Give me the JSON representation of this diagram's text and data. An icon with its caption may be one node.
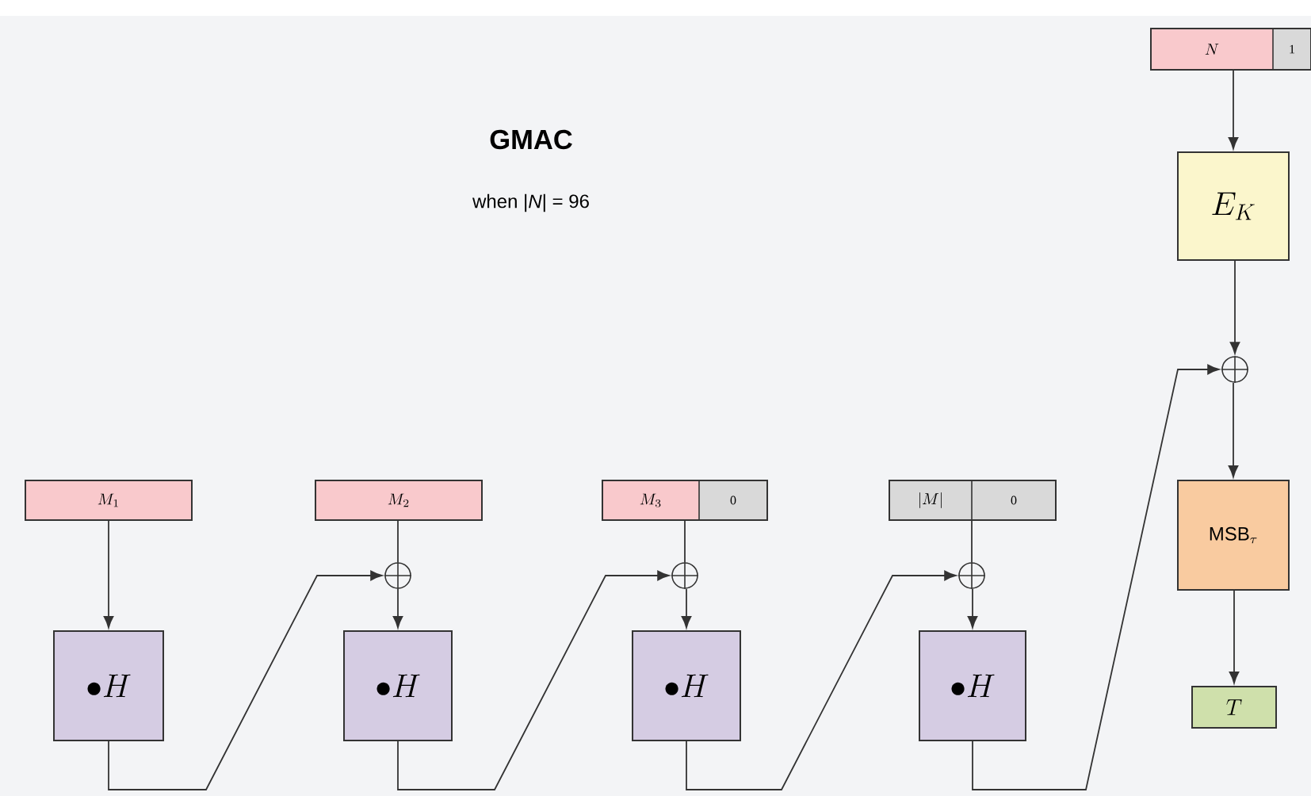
{
  "diagram": {
    "title": "GMAC",
    "nodes": [
      {
        "text": [
          "M_1"
        ]
      },
      {
        "text": [
          "M_2"
        ]
      },
      {
        "text": [
          "M_3",
          "0"
        ]
      },
      {
        "text": [
          "|M|",
          "0"
        ]
      },
      {
        "text": [
          "N",
          "1"
        ]
      },
      {
        "text": [
          "\\bullet H"
        ]
      },
      {
        "text": [],
        "shape": "circle"
      },
      {
        "text": [
          "\\bullet H"
        ]
      },
      {
        "text": [],
        "shape": "circle"
      },
      {
        "text": [
          "\\bullet H"
        ]
      },
      {
        "text": [],
        "shape": "circle"
      },
      {
        "text": [
          "\\bullet H"
        ]
      },
      {
        "text": [
          "E_K"
        ]
      },
      {
        "text": [],
        "shape": "circle"
      },
      {
        "text": [
          "\\mathrm{MSB}_\\tau"
        ]
      },
      {
        "text": [
          "T"
        ]
      }
    ],
    "edges": [
      {
        "from": 0,
        "to": 5,
        "arrow": "to"
      },
      {
        "from": 1,
        "to": 6,
        "arrow": "none"
      },
      {
        "from": 6,
        "to": 7,
        "arrow": "to"
      },
      {
        "from": 5,
        "to": 6,
        "arrow": "to"
      },
      {
        "from": 2,
        "to": 8,
        "arrow": "none"
      },
      {
        "from": 8,
        "to": 9,
        "arrow": "to"
      },
      {
        "from": 7,
        "to": 8,
        "arrow": "to"
      },
      {
        "from": 3,
        "to": 10,
        "arrow": "none"
      },
      {
        "from": 10,
        "to": 11,
        "arrow": "to"
      },
      {
        "from": 9,
        "to": 10,
        "arrow": "to"
      },
      {
        "from": 4,
        "to": 12,
        "arrow": "to"
      },
      {
        "from": 12,
        "to": 13,
        "arrow": "to"
      },
      {
        "from": 11,
        "to": 13,
        "arrow": "to"
      },
      {
        "from": 13,
        "to": 14,
        "arrow": "to"
      },
      {
        "from": 14,
        "to": 15,
        "arrow": "to"
      }
    ],
    "labels": [
      "when |*N*| = 96"
    ]
  }
}
